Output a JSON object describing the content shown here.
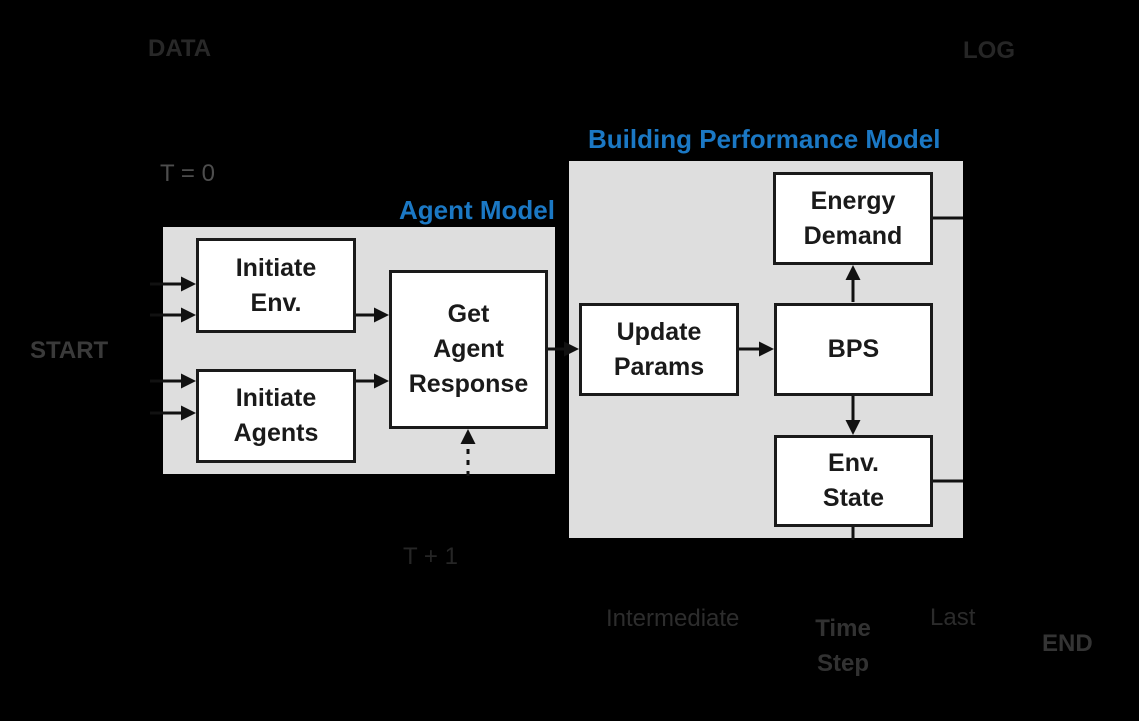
{
  "colors": {
    "background": "#000000",
    "panel_fill": "#dedede",
    "node_fill": "#ffffff",
    "node_border": "#1a1a1a",
    "accent_blue": "#1b78c4",
    "arrow": "#111111",
    "label_faint": "#2a2a2a",
    "label_t0": "#4d4d4d"
  },
  "outer_labels": {
    "data": "DATA",
    "log": "LOG",
    "t0": "T = 0",
    "start": "START",
    "t1": "T + 1",
    "intermediate": "Intermediate",
    "time_step": "Time\nStep",
    "last": "Last",
    "end": "END"
  },
  "agent_model": {
    "title": "Agent Model",
    "nodes": {
      "initiate_env": "Initiate\nEnv.",
      "initiate_agents": "Initiate\nAgents",
      "get_agent_response": "Get\nAgent\nResponse"
    }
  },
  "building_performance_model": {
    "title": "Building Performance Model",
    "nodes": {
      "energy_demand": "Energy\nDemand",
      "update_params": "Update\nParams",
      "bps": "BPS",
      "env_state": "Env.\nState"
    }
  }
}
